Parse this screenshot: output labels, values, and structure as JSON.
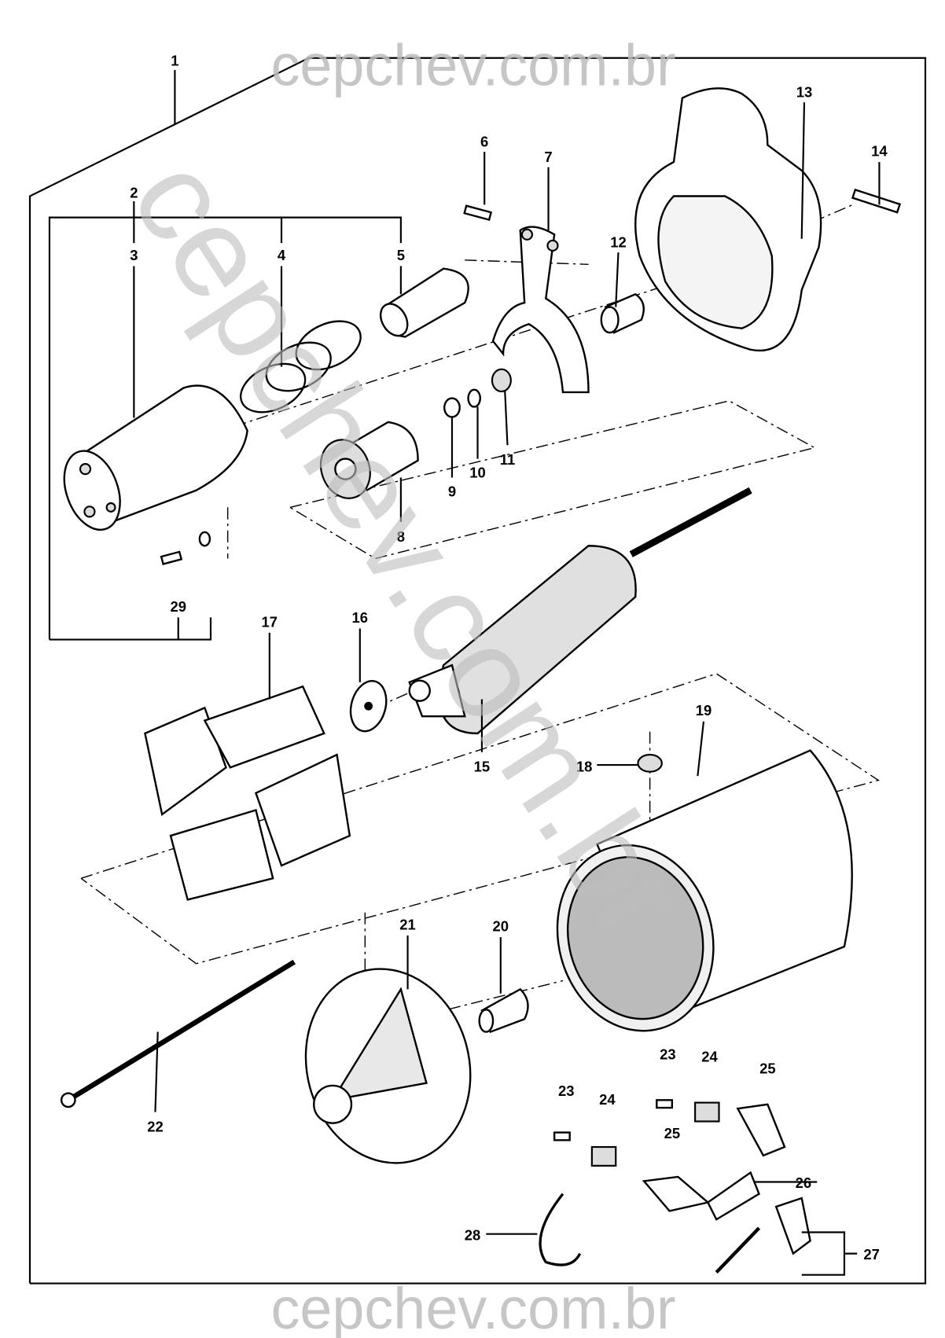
{
  "watermark": {
    "top": "cepchev.com.br",
    "bottom": "cepchev.com.br",
    "diagonal": "cepchev.com.br"
  },
  "labels": {
    "l1": "1",
    "l2": "2",
    "l3": "3",
    "l4": "4",
    "l5": "5",
    "l6": "6",
    "l7": "7",
    "l8": "8",
    "l9": "9",
    "l10": "10",
    "l11": "11",
    "l12": "12",
    "l13": "13",
    "l14": "14",
    "l15": "15",
    "l16": "16",
    "l17": "17",
    "l18": "18",
    "l19": "19",
    "l20": "20",
    "l21": "21",
    "l22": "22",
    "l23a": "23",
    "l23b": "23",
    "l24a": "24",
    "l24b": "24",
    "l25a": "25",
    "l25b": "25",
    "l26": "26",
    "l27": "27",
    "l28": "28",
    "l29": "29"
  }
}
